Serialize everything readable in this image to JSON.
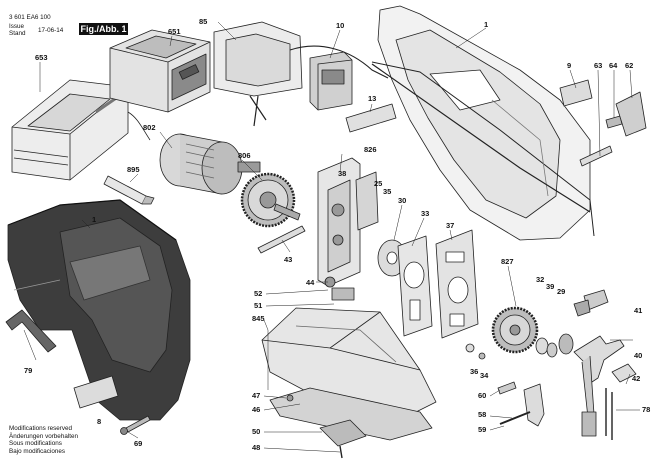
{
  "header": {
    "doc_number": "3 601 EA6 100",
    "issue_label_de": "Issue",
    "issue_label_en": "Stand",
    "issue_date": "17-06-14",
    "figure_label": "Fig./Abb. 1"
  },
  "footer": {
    "lines": [
      "Modifications reserved",
      "Änderungen vorbehalten",
      "Sous modifications",
      "Bajo modificaciones"
    ]
  },
  "callouts": [
    {
      "id": "c85",
      "text": "85"
    },
    {
      "id": "c10",
      "text": "10"
    },
    {
      "id": "c1a",
      "text": "1"
    },
    {
      "id": "c651",
      "text": "651"
    },
    {
      "id": "c653",
      "text": "653"
    },
    {
      "id": "c9",
      "text": "9"
    },
    {
      "id": "c63",
      "text": "63"
    },
    {
      "id": "c64",
      "text": "64"
    },
    {
      "id": "c62",
      "text": "62"
    },
    {
      "id": "c13",
      "text": "13"
    },
    {
      "id": "c802",
      "text": "802"
    },
    {
      "id": "c806",
      "text": "806"
    },
    {
      "id": "c826",
      "text": "826"
    },
    {
      "id": "c38",
      "text": "38"
    },
    {
      "id": "c25",
      "text": "25"
    },
    {
      "id": "c35",
      "text": "35"
    },
    {
      "id": "c895",
      "text": "895"
    },
    {
      "id": "c30",
      "text": "30"
    },
    {
      "id": "c33",
      "text": "33"
    },
    {
      "id": "c37",
      "text": "37"
    },
    {
      "id": "c1b",
      "text": "1"
    },
    {
      "id": "c43",
      "text": "43"
    },
    {
      "id": "c44",
      "text": "44"
    },
    {
      "id": "c827",
      "text": "827"
    },
    {
      "id": "c52",
      "text": "52"
    },
    {
      "id": "c51",
      "text": "51"
    },
    {
      "id": "c32",
      "text": "32"
    },
    {
      "id": "c39",
      "text": "39"
    },
    {
      "id": "c29",
      "text": "29"
    },
    {
      "id": "c41",
      "text": "41"
    },
    {
      "id": "c845",
      "text": "845"
    },
    {
      "id": "c40",
      "text": "40"
    },
    {
      "id": "c79",
      "text": "79"
    },
    {
      "id": "c36",
      "text": "36"
    },
    {
      "id": "c34",
      "text": "34"
    },
    {
      "id": "c42",
      "text": "42"
    },
    {
      "id": "c47",
      "text": "47"
    },
    {
      "id": "c46",
      "text": "46"
    },
    {
      "id": "c60",
      "text": "60"
    },
    {
      "id": "c8",
      "text": "8"
    },
    {
      "id": "c78",
      "text": "78"
    },
    {
      "id": "c58",
      "text": "58"
    },
    {
      "id": "c59",
      "text": "59"
    },
    {
      "id": "c50",
      "text": "50"
    },
    {
      "id": "c69",
      "text": "69"
    },
    {
      "id": "c48",
      "text": "48"
    }
  ],
  "colors": {
    "line": "#222222",
    "fill_light": "#ededed",
    "fill_mid": "#c9c9c9",
    "fill_dark": "#8a8a8a",
    "grip": "#555555"
  }
}
